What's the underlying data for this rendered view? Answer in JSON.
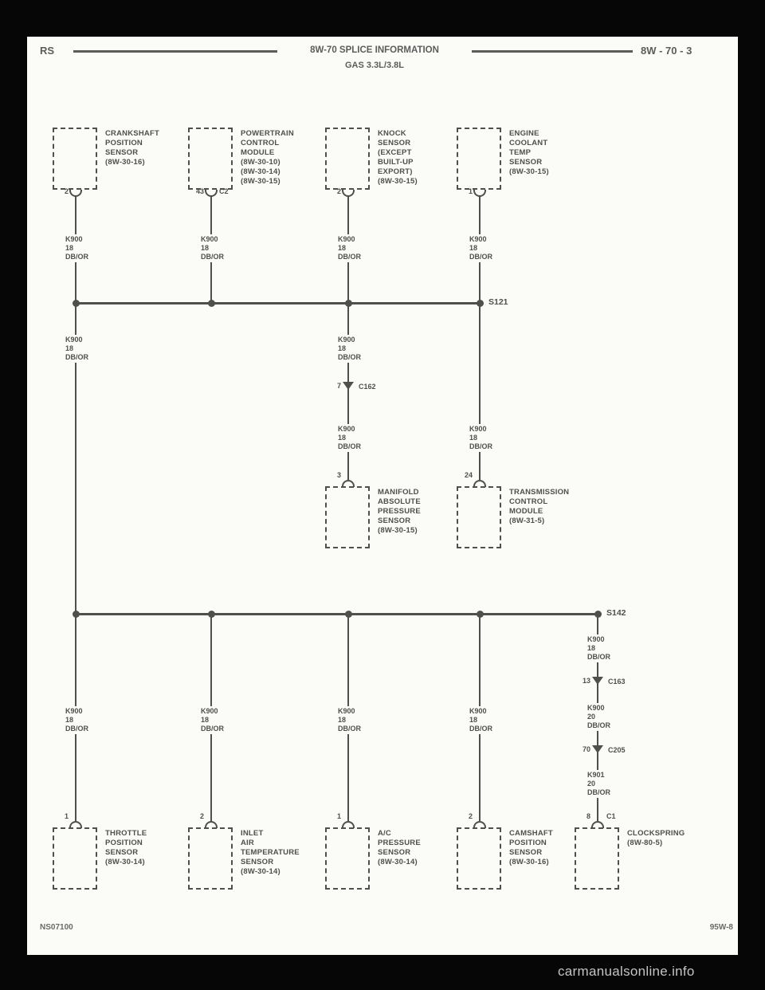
{
  "header": {
    "model": "RS",
    "title": "8W-70 SPLICE INFORMATION",
    "subtitle": "GAS 3.3L/3.8L",
    "page_ref": "8W - 70 - 3"
  },
  "footer": {
    "doc_code": "NS07100",
    "sheet_code": "95W-8",
    "watermark": "carmanualsonline.info"
  },
  "diagram": {
    "splices": {
      "s121": "S121",
      "s142": "S142"
    },
    "wires": {
      "cks_drop": "K900\n18\nDB/OR",
      "pcm_drop": "K900\n18\nDB/OR",
      "knock_drop": "K900\n18\nDB/OR",
      "ect_drop": "K900\n18\nDB/OR",
      "left_trunk": "K900\n18\nDB/OR",
      "map_upper": "K900\n18\nDB/OR",
      "map_lower": "K900\n18\nDB/OR",
      "tcm_drop": "K900\n18\nDB/OR",
      "tps_drop": "K900\n18\nDB/OR",
      "iat_drop": "K900\n18\nDB/OR",
      "ac_drop": "K900\n18\nDB/OR",
      "cmp_drop": "K900\n18\nDB/OR",
      "cs_upper": "K900\n18\nDB/OR",
      "cs_mid": "K900\n20\nDB/OR",
      "cs_lower": "K901\n20\nDB/OR"
    },
    "connectors": {
      "c162": {
        "pin": "7",
        "name": "C162"
      },
      "c163": {
        "pin": "13",
        "name": "C163"
      },
      "c205": {
        "pin": "70",
        "name": "C205"
      }
    },
    "components": {
      "crankshaft_position_sensor": {
        "pin": "2",
        "label": "CRANKSHAFT\nPOSITION\nSENSOR\n(8W-30-16)"
      },
      "powertrain_control_module": {
        "pin": "43",
        "conn": "C2",
        "label": "POWERTRAIN\nCONTROL\nMODULE\n(8W-30-10)\n(8W-30-14)\n(8W-30-15)"
      },
      "knock_sensor": {
        "pin": "2",
        "label": "KNOCK\nSENSOR\n(EXCEPT\nBUILT-UP\nEXPORT)\n(8W-30-15)"
      },
      "engine_coolant_temp_sensor": {
        "pin": "1",
        "label": "ENGINE\nCOOLANT\nTEMP\nSENSOR\n(8W-30-15)"
      },
      "manifold_absolute_pressure_sensor": {
        "pin": "3",
        "label": "MANIFOLD\nABSOLUTE\nPRESSURE\nSENSOR\n(8W-30-15)"
      },
      "transmission_control_module": {
        "pin": "24",
        "label": "TRANSMISSION\nCONTROL\nMODULE\n(8W-31-5)"
      },
      "throttle_position_sensor": {
        "pin": "1",
        "label": "THROTTLE\nPOSITION\nSENSOR\n(8W-30-14)"
      },
      "inlet_air_temperature_sensor": {
        "pin": "2",
        "label": "INLET\nAIR\nTEMPERATURE\nSENSOR\n(8W-30-14)"
      },
      "ac_pressure_sensor": {
        "pin": "1",
        "label": "A/C\nPRESSURE\nSENSOR\n(8W-30-14)"
      },
      "camshaft_position_sensor": {
        "pin": "2",
        "label": "CAMSHAFT\nPOSITION\nSENSOR\n(8W-30-16)"
      },
      "clockspring": {
        "pin": "8",
        "conn": "C1",
        "label": "CLOCKSPRING\n(8W-80-5)"
      }
    }
  }
}
